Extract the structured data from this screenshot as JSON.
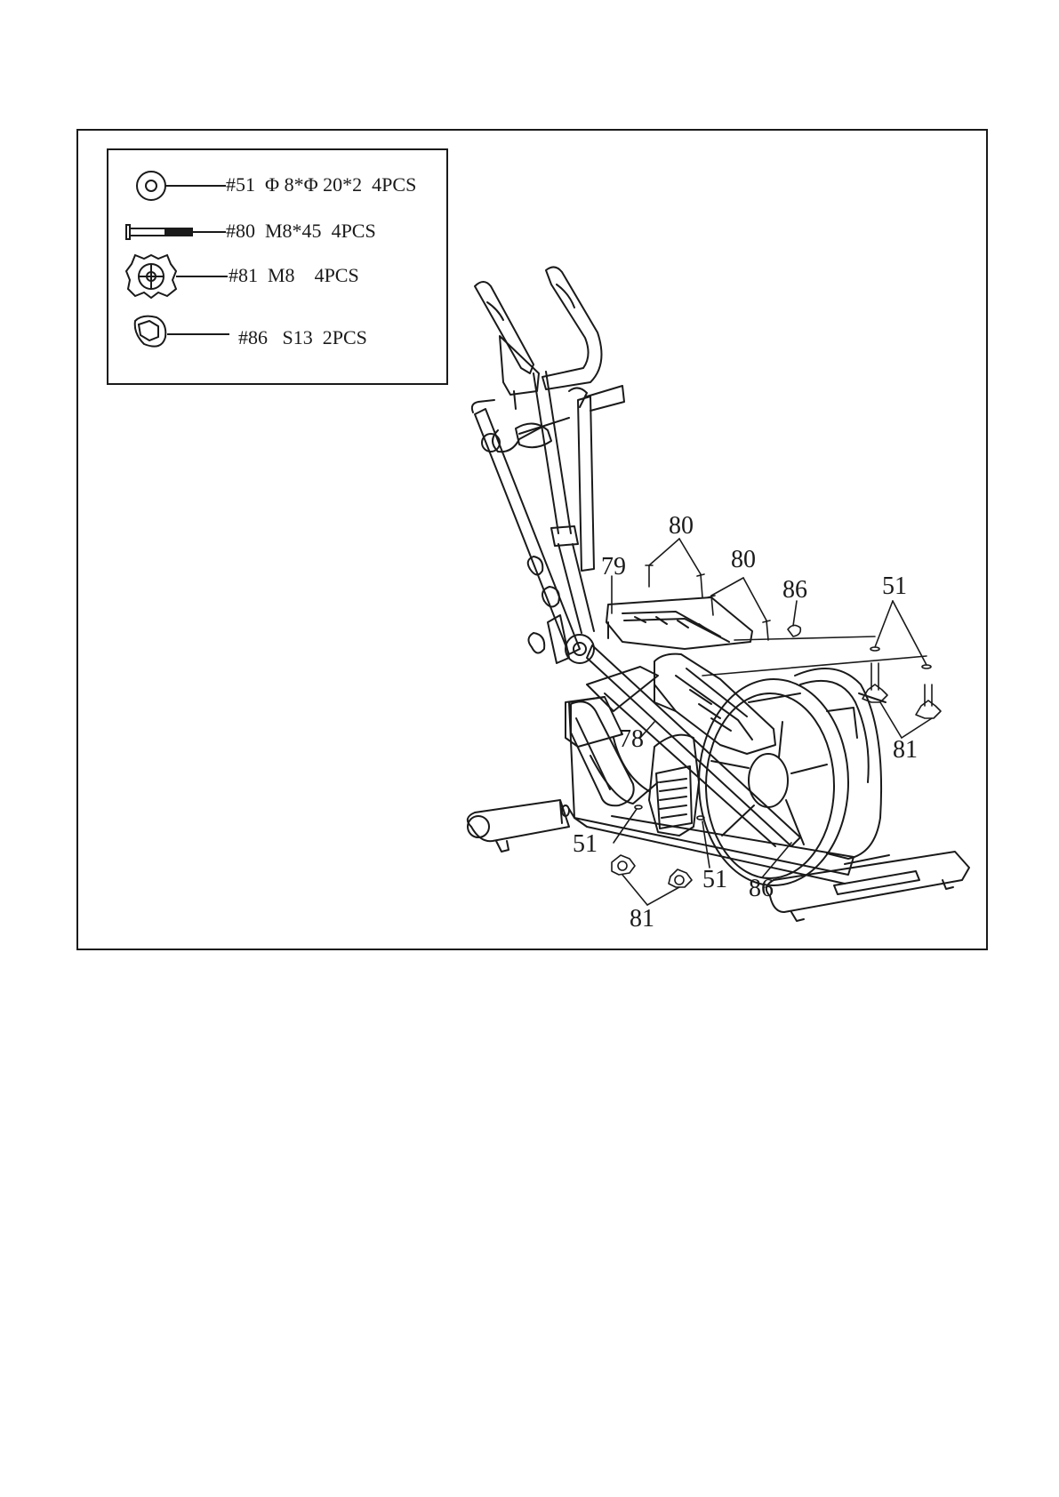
{
  "legend": {
    "items": [
      {
        "id": "51",
        "label": "#51",
        "spec": "Φ 8*Φ 20*2",
        "qty": "4PCS",
        "icon": "washer-icon"
      },
      {
        "id": "80",
        "label": "#80",
        "spec": "M8*45",
        "qty": "4PCS",
        "icon": "bolt-icon"
      },
      {
        "id": "81",
        "label": "#81",
        "spec": "M8",
        "qty": "4PCS",
        "icon": "knob-icon"
      },
      {
        "id": "86",
        "label": "#86",
        "spec": "S13",
        "qty": "2PCS",
        "icon": "end-cap-icon"
      }
    ]
  },
  "callouts": {
    "c80a": "80",
    "c80b": "80",
    "c79": "79",
    "c86a": "86",
    "c51a": "51",
    "c78": "78",
    "c81a": "81",
    "c51b": "51",
    "c51c": "51",
    "c86b": "86",
    "c81b": "81"
  },
  "colors": {
    "line": "#1a1a1a",
    "background": "#ffffff"
  }
}
